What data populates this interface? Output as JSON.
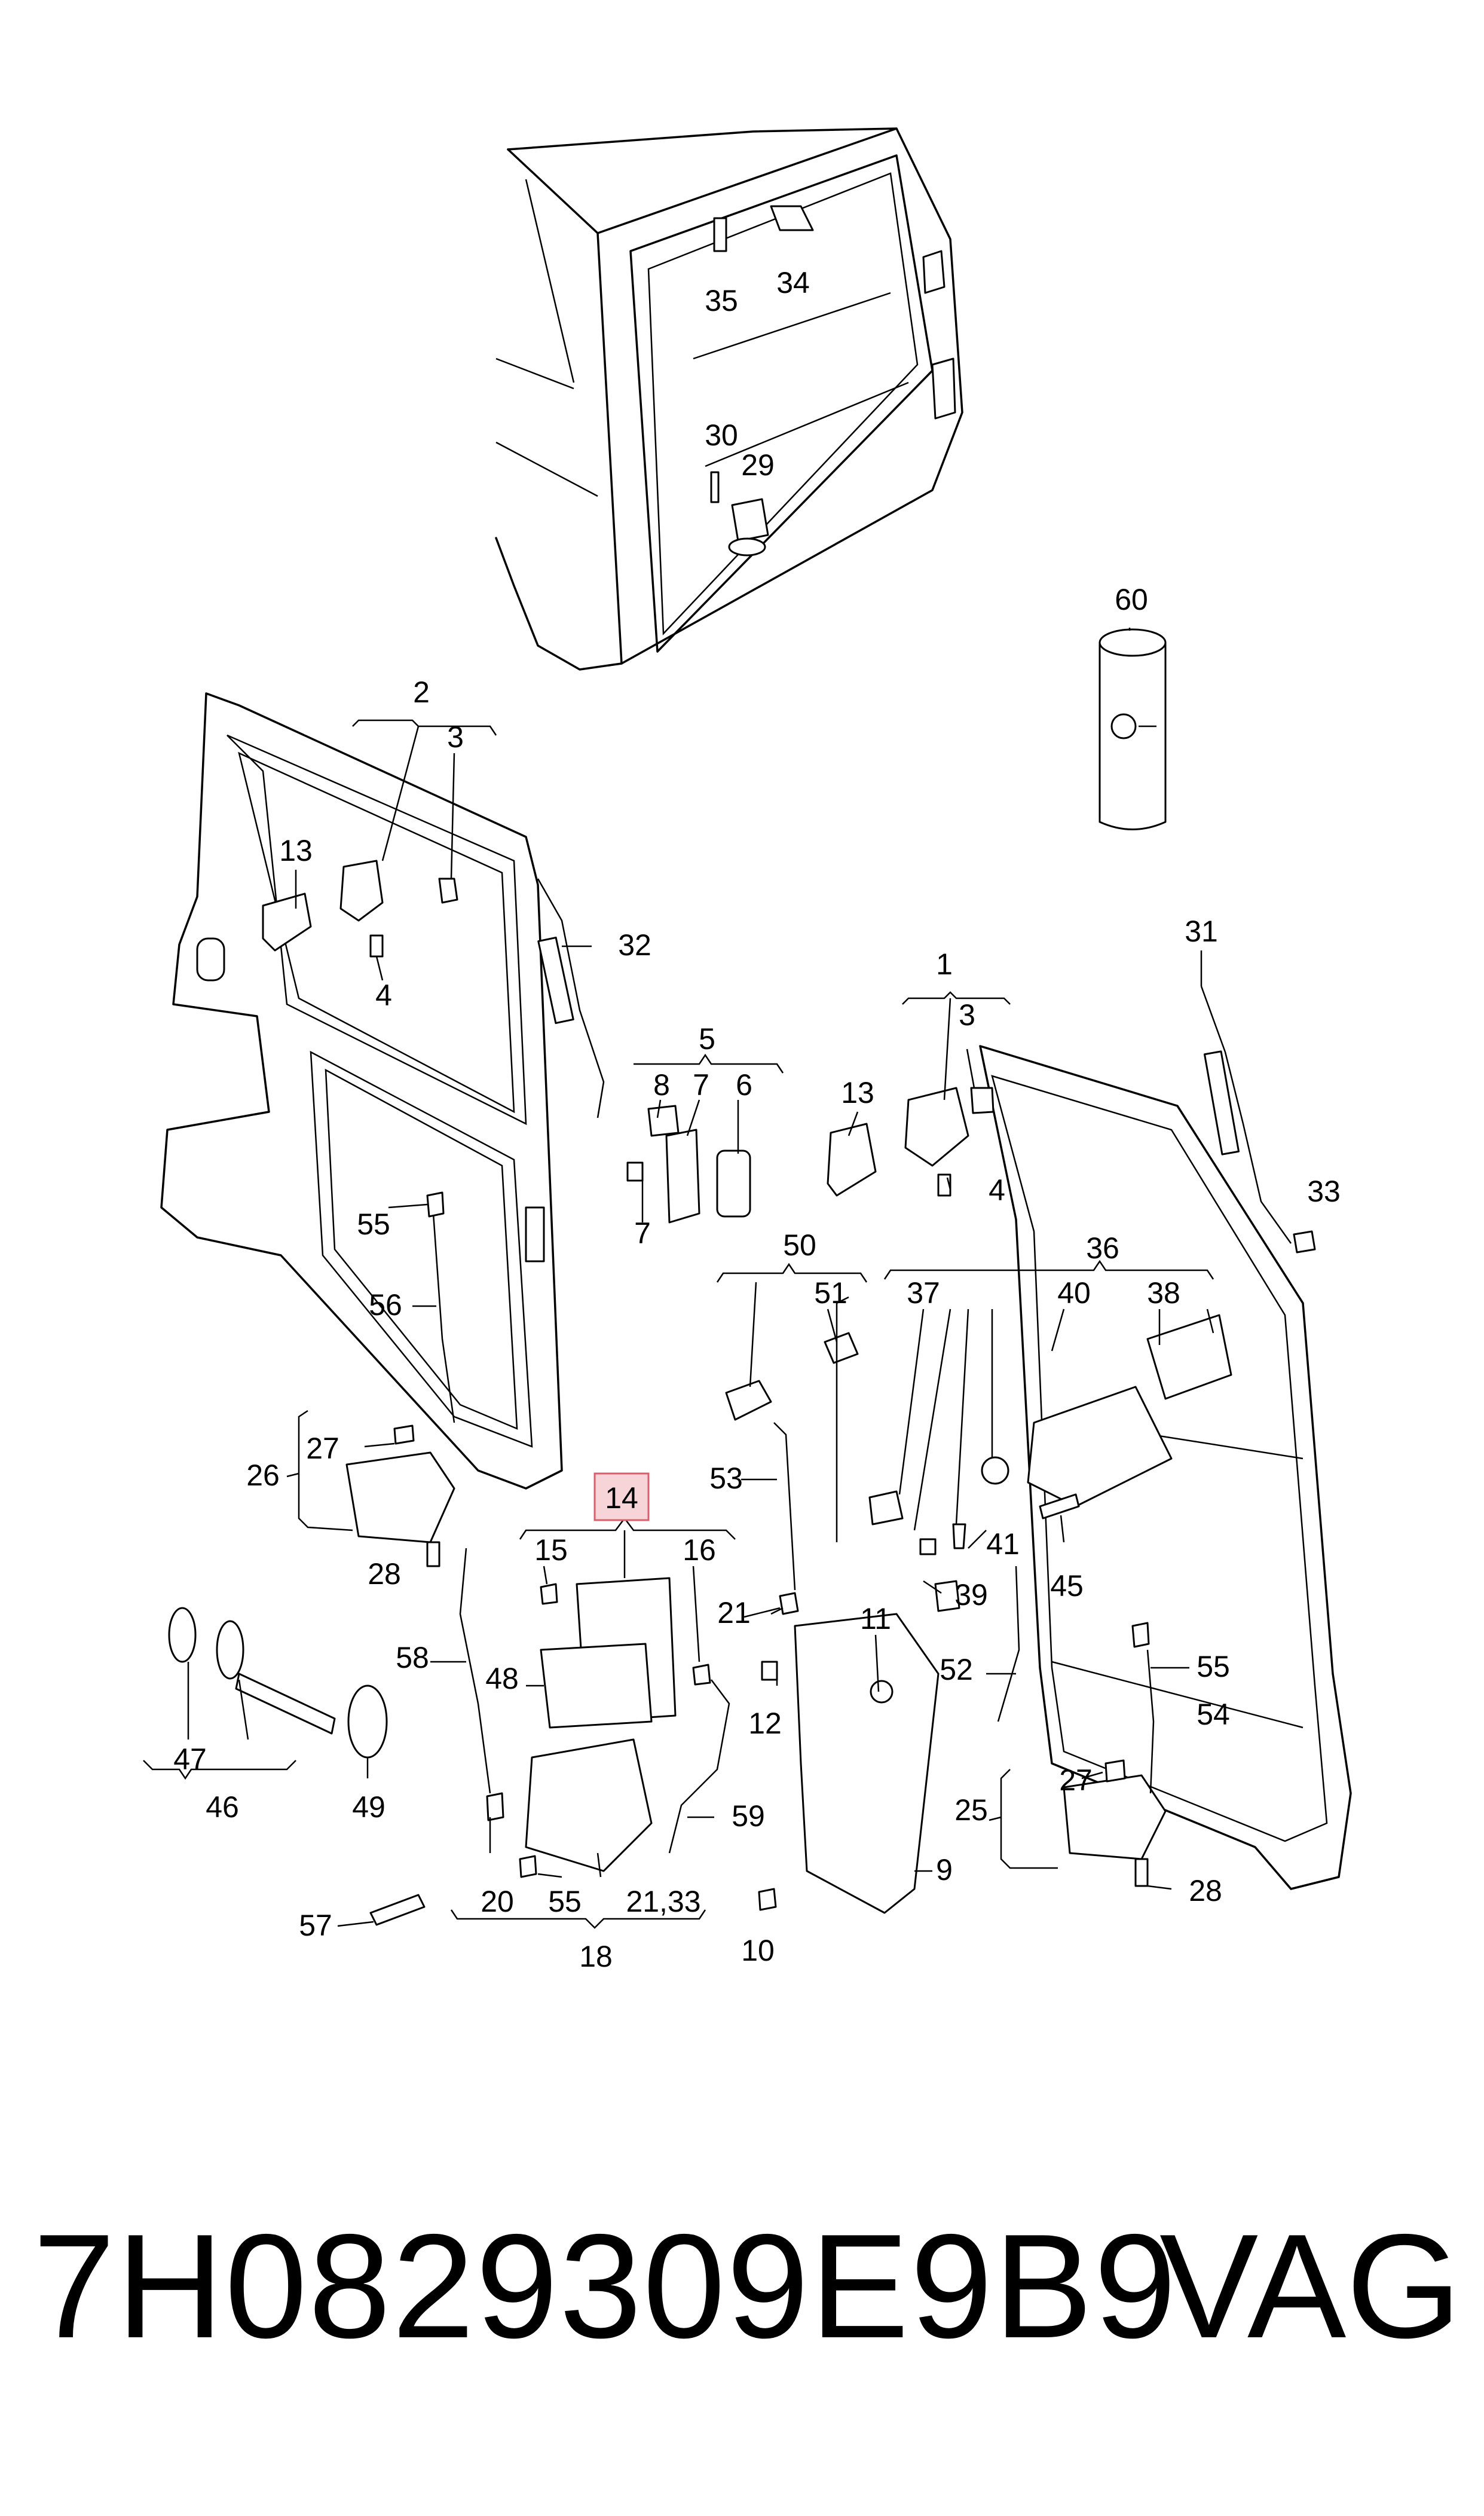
{
  "diagram": {
    "callouts": {
      "c1": "1",
      "c2": "2",
      "c3a": "3",
      "c3b": "3",
      "c4a": "4",
      "c4b": "4",
      "c5": "5",
      "c6": "6",
      "c7a": "7",
      "c7b": "7",
      "c8": "8",
      "c9": "9",
      "c10": "10",
      "c11": "11",
      "c12": "12",
      "c13a": "13",
      "c13b": "13",
      "c14": "14",
      "c15": "15",
      "c16": "16",
      "c18": "18",
      "c20": "20",
      "c21": "21",
      "c21_33": "21,33",
      "c25": "25",
      "c26": "26",
      "c27a": "27",
      "c27b": "27",
      "c28a": "28",
      "c28b": "28",
      "c29": "29",
      "c30": "30",
      "c31": "31",
      "c32": "32",
      "c33": "33",
      "c34": "34",
      "c35": "35",
      "c36": "36",
      "c37": "37",
      "c38": "38",
      "c39": "39",
      "c40": "40",
      "c41": "41",
      "c45": "45",
      "c46": "46",
      "c47": "47",
      "c48": "48",
      "c49": "49",
      "c50": "50",
      "c51": "51",
      "c52": "52",
      "c53": "53",
      "c54": "54",
      "c55a": "55",
      "c55b": "55",
      "c55c": "55",
      "c56": "56",
      "c57": "57",
      "c58": "58",
      "c59": "59",
      "c60": "60"
    },
    "highlighted_part": "14"
  },
  "footer": {
    "part_number": "7H0829309E9B9",
    "brand": "VAG"
  },
  "colors": {
    "line": "#000000",
    "highlight_fill": "#f6d4d8",
    "highlight_stroke": "#d8606e"
  }
}
